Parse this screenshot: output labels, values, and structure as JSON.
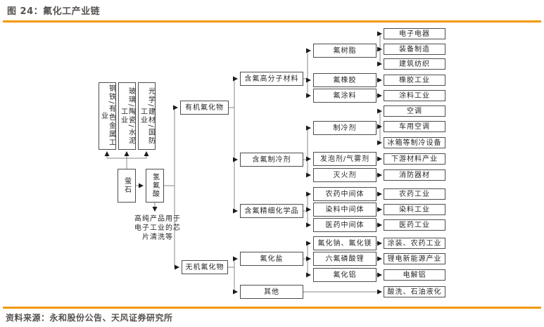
{
  "header": {
    "title": "图 24：氟化工产业链"
  },
  "footer": {
    "source": "资料来源：永和股份公告、天风证券研究所"
  },
  "colors": {
    "accent_orange": "#F39800",
    "title_text": "#565250",
    "box_border": "#4d4d4d",
    "line": "#8a8a8a"
  },
  "diagram": {
    "nodes": {
      "steel": "钢铁/有色金属工业",
      "glass": "玻璃/陶瓷/水泥工业",
      "optics": "光学/建材/国防工业",
      "fluorite": "萤石",
      "hf": "氢氟酸",
      "note": "高纯产品用于电子工业的芯片清洗等",
      "organic": "有机氟化物",
      "inorganic": "无机氟化物",
      "polymer": "含氟高分子材料",
      "refrigerants": "含氟制冷剂",
      "fine": "含氟精细化学品",
      "salts": "氟化盐",
      "others": "其他",
      "resin": "氟树脂",
      "rubber": "氟橡胶",
      "coating": "氟涂料",
      "refrigerant": "制冷剂",
      "foaming": "发泡剂/气雾剂",
      "fire": "灭火剂",
      "pest_int": "农药中间体",
      "dye_int": "染料中间体",
      "pharma_int": "医药中间体",
      "naf": "氟化钠、氟化镁",
      "lipf6": "六氟磷酸锂",
      "alf3": "氟化铝",
      "electronics": "电子电器",
      "equipment": "装备制造",
      "textile": "建筑纺织",
      "rubber_ind": "橡胶工业",
      "coating_ind": "涂料工业",
      "ac": "空调",
      "car_ac": "车用空调",
      "fridge": "冰箱等制冷设备",
      "downstream": "下游材料产业",
      "fire_eq": "消防器材",
      "pest_ind": "农药工业",
      "dye_ind": "染料工业",
      "pharma_ind": "医药工业",
      "coat_pest": "涂装、农药工业",
      "lithium": "锂电新能源产业",
      "aluminum": "电解铝",
      "pickling": "酸洗、石油液化",
      "pickling_note": ""
    }
  }
}
